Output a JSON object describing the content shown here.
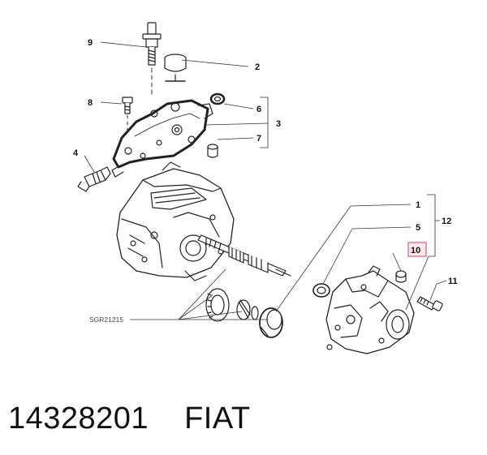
{
  "diagram": {
    "callouts": {
      "c1": "1",
      "c2": "2",
      "c3": "3",
      "c4": "4",
      "c5": "5",
      "c6": "6",
      "c7": "7",
      "c8": "8",
      "c9": "9",
      "c10": "10",
      "c11": "11",
      "c12": "12"
    },
    "reference_code": "SGR21215",
    "highlight_color": "#e05a78"
  },
  "caption": {
    "part_number": "14328201",
    "brand": "FIAT"
  }
}
